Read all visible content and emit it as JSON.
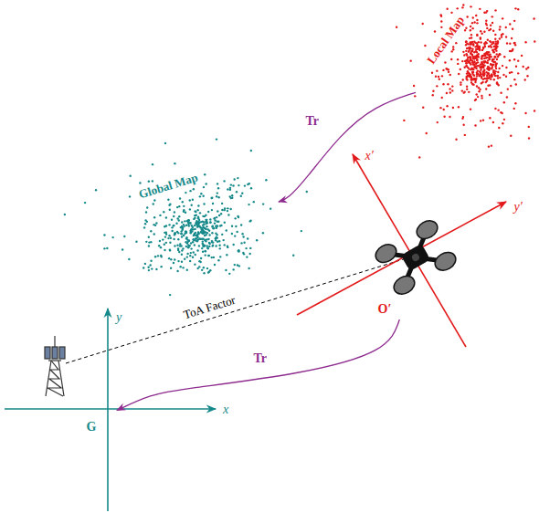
{
  "diagram": {
    "nodes": [
      {
        "text": [
          "Local Map"
        ]
      },
      {
        "text": [
          "Global Map"
        ]
      },
      {
        "text": [
          "O′"
        ]
      },
      {
        "text": [
          "G"
        ]
      }
    ],
    "edges": [
      {
        "from": 0,
        "to": 1,
        "arrow": "to",
        "label": "Tr"
      },
      {
        "from": 2,
        "to": 3,
        "arrow": "to",
        "label": "Tr"
      }
    ],
    "labels": [
      "x′",
      "y′",
      "ToA Factor",
      "y",
      "x"
    ]
  }
}
